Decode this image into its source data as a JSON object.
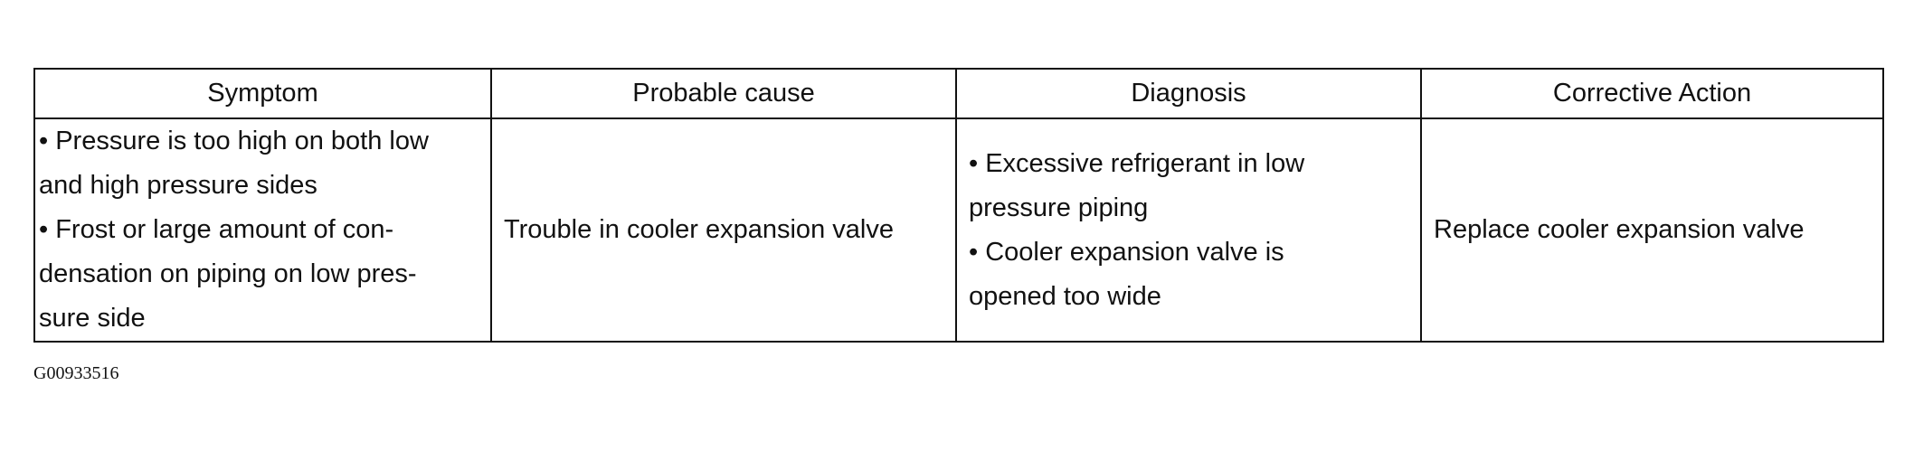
{
  "table": {
    "headers": [
      "Symptom",
      "Probable cause",
      "Diagnosis",
      "Corrective Action"
    ],
    "row": {
      "symptom": {
        "line_1": "• Pressure is too high on both low",
        "line_2": "and high pressure sides",
        "line_3": "• Frost or large amount of con-",
        "line_4": "densation on piping on low pres-",
        "line_5": "sure side"
      },
      "probable_cause": "Trouble in cooler expansion valve",
      "diagnosis": {
        "line_1": "• Excessive refrigerant in low",
        "line_2": "pressure piping",
        "line_3": "• Cooler expansion valve is",
        "line_4": "opened too wide"
      },
      "corrective_action": "Replace cooler expansion valve"
    }
  },
  "figure_id": "G00933516"
}
